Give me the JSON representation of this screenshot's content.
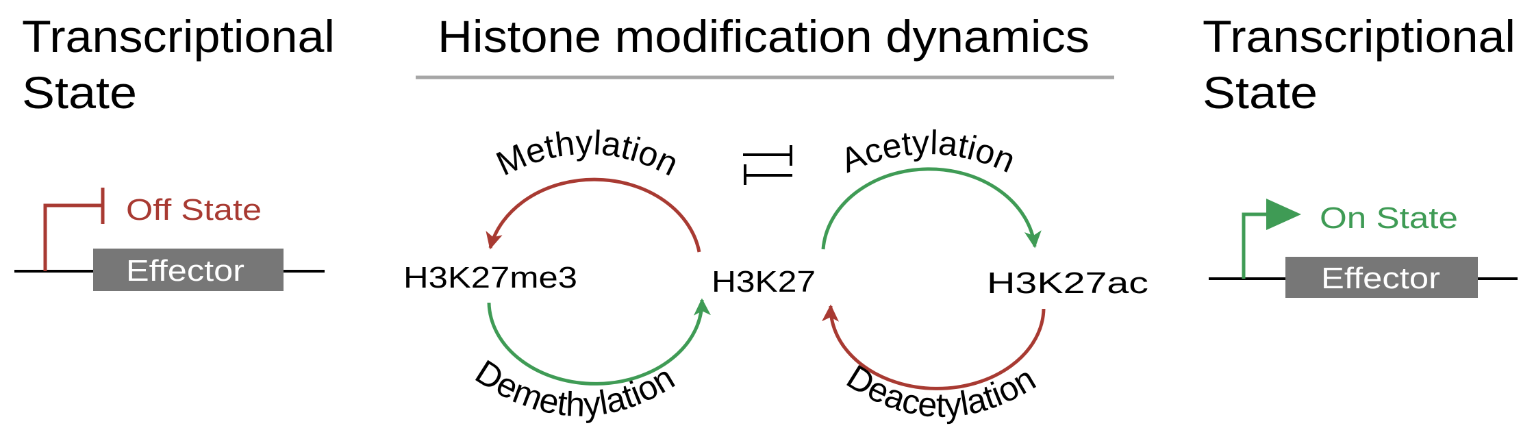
{
  "left_panel": {
    "heading_line1": "Transcriptional",
    "heading_line2": "State",
    "state_label": "Off State",
    "gene_label": "Effector",
    "promoter_icon": "repression-bar-icon"
  },
  "center_panel": {
    "title": "Histone modification dynamics",
    "nodes": {
      "methylated": "H3K27me3",
      "unmodified": "H3K27",
      "acetylated": "H3K27ac"
    },
    "reactions": {
      "methylation": "Methylation",
      "demethylation": "Demethylation",
      "acetylation": "Acetylation",
      "deacetylation": "Deacetylation"
    },
    "inhibition_icon": "mutual-inhibition-icon"
  },
  "right_panel": {
    "heading_line1": "Transcriptional",
    "heading_line2": "State",
    "state_label": "On State",
    "gene_label": "Effector",
    "promoter_icon": "activation-arrow-icon"
  },
  "colors": {
    "repression_red": "#a83a32",
    "activation_green": "#3f9b55",
    "gene_box_gray": "#777777",
    "divider_gray": "#a6a6a6"
  }
}
